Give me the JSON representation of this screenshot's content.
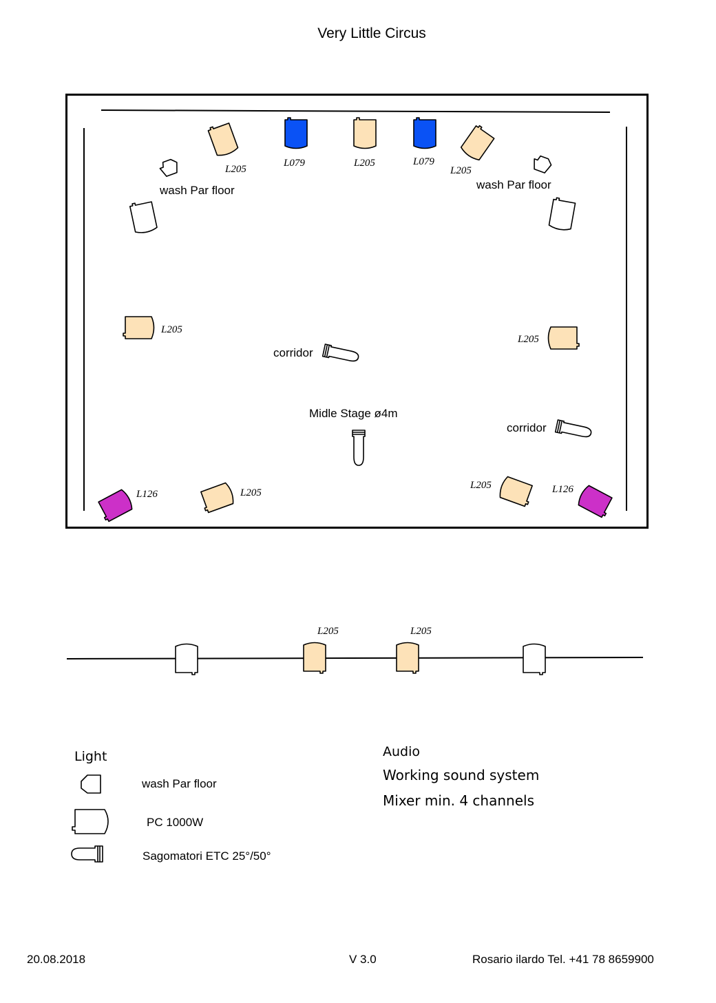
{
  "title": "Very Little Circus",
  "colors": {
    "L205": "#fde2b8",
    "L079": "#0a52f5",
    "L126": "#cc30c8",
    "open_white": "#ffffff"
  },
  "stage": {
    "labels": {
      "wash_left": "wash Par  floor",
      "wash_right": "wash Par  floor",
      "corridor_center": "corridor",
      "corridor_right": "corridor",
      "middle_stage": "Midle Stage ø4m"
    },
    "gels": {
      "top_left_l205": "L205",
      "top_l079_1": "L079",
      "top_l205_mid": "L205",
      "top_l079_2": "L079",
      "top_right_l205": "L205",
      "mid_left_l205": "L205",
      "mid_right_l205": "L205",
      "bottom_left_l126": "L126",
      "bottom_left_l205": "L205",
      "bottom_right_l205": "L205",
      "bottom_right_l126": "L126"
    }
  },
  "rig": {
    "gels": {
      "center_left": "L205",
      "center_right": "L205"
    }
  },
  "legend": {
    "heading": "Light",
    "items": [
      {
        "icon": "wash-par-icon",
        "label": "wash Par  floor"
      },
      {
        "icon": "pc-fresnel-icon",
        "label": "PC 1000W"
      },
      {
        "icon": "profile-spot-icon",
        "label": "Sagomatori ETC 25°/50°"
      }
    ]
  },
  "audio": {
    "heading": "Audio",
    "lines": [
      "Working sound system",
      "Mixer  min. 4 channels"
    ]
  },
  "footer": {
    "date": "20.08.2018",
    "version": "V 3.0",
    "contact": "Rosario ilardo  Tel. +41 78 8659900"
  }
}
